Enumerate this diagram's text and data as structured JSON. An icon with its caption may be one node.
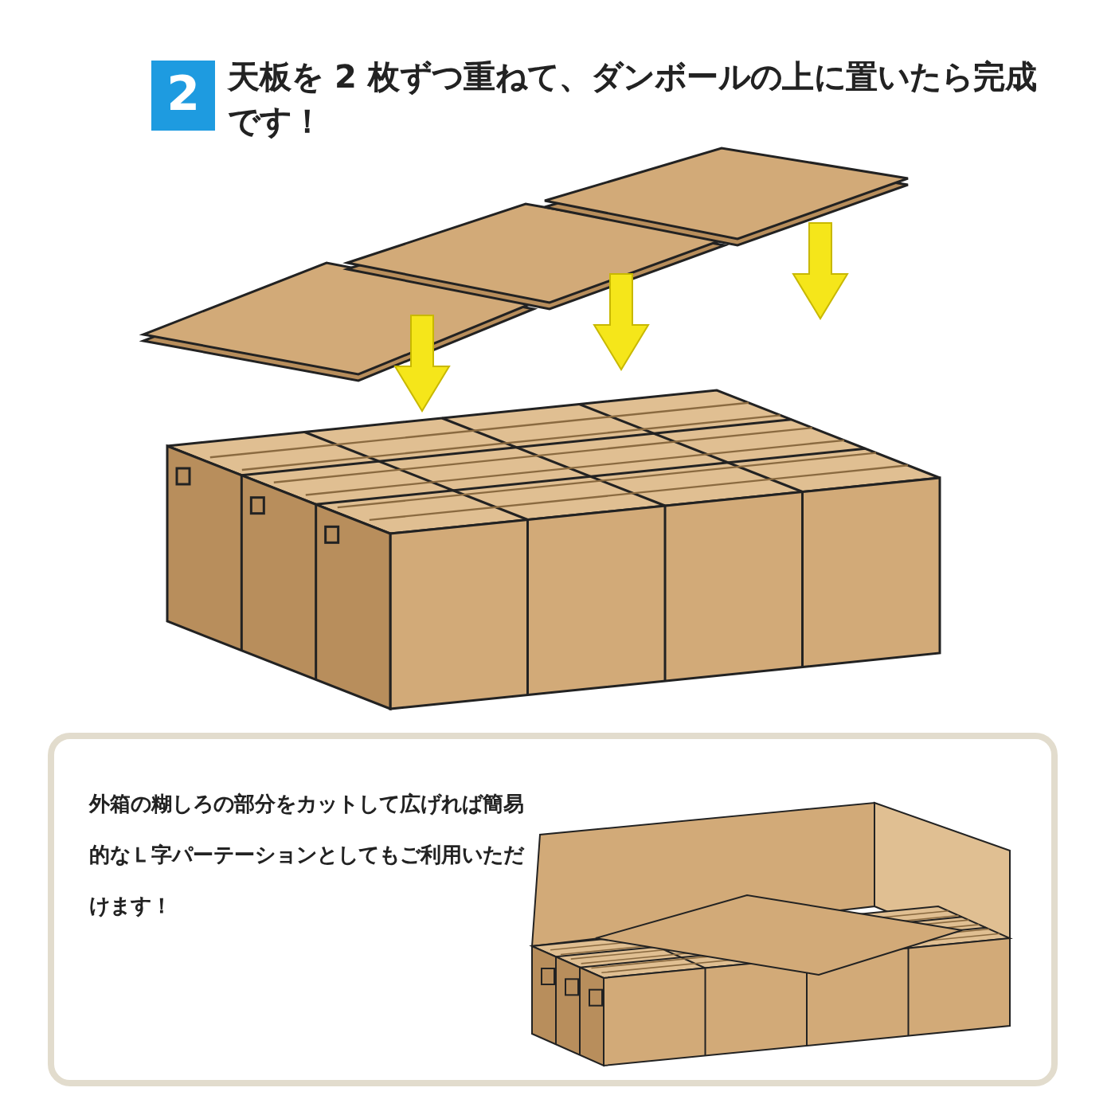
{
  "diagram": {
    "title": "天板を 2 枚ずつ重ねて、ダンボールの上に置いたら完成です！",
    "nodes": [
      {
        "text": [
          "外箱の糊しろの部分をカットして広げれば簡易的なＬ字パーテーションとしてもご利用いただけます！"
        ]
      }
    ],
    "labels": [
      "2"
    ]
  }
}
